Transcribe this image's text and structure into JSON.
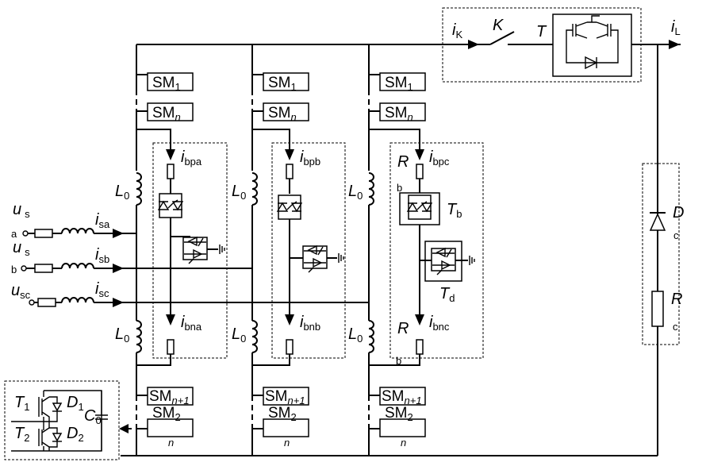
{
  "source": {
    "phase_a_voltage": "u",
    "phase_a_voltage_sub": "s",
    "phase_a_node": "a",
    "phase_b_voltage": "u",
    "phase_b_voltage_sub": "s",
    "phase_b_node": "b",
    "phase_c_voltage": "u",
    "phase_c_voltage_sub": "sc"
  },
  "currents": {
    "isa": "i",
    "isa_sub": "sa",
    "isb": "i",
    "isb_sub": "sb",
    "isc": "i",
    "isc_sub": "sc",
    "ik": "i",
    "ik_sub": "K",
    "il": "i",
    "il_sub": "L"
  },
  "arm_a": {
    "sm_top1": "SM",
    "sm_top1_sub": "1",
    "sm_topn": "SM",
    "sm_topn_sub": "n",
    "inductor_top": "L",
    "inductor_top_sub": "0",
    "inductor_bot": "L",
    "inductor_bot_sub": "0",
    "ibp": "i",
    "ibp_sub": "bpa",
    "ibn": "i",
    "ibn_sub": "bna",
    "sm_bot1": "SM",
    "sm_bot1_sub": "n+1",
    "sm_bot2": "SM",
    "sm_bot2_sub": "2",
    "sm_bot2_n": "n"
  },
  "arm_b": {
    "sm_top1": "SM",
    "sm_top1_sub": "1",
    "sm_topn": "SM",
    "sm_topn_sub": "n",
    "inductor_top": "L",
    "inductor_top_sub": "0",
    "inductor_bot": "L",
    "inductor_bot_sub": "0",
    "ibp": "i",
    "ibp_sub": "bpb",
    "ibn": "i",
    "ibn_sub": "bnb",
    "sm_bot1": "SM",
    "sm_bot1_sub": "n+1",
    "sm_bot2": "SM",
    "sm_bot2_sub": "2",
    "sm_bot2_n": "n"
  },
  "arm_c": {
    "sm_top1": "SM",
    "sm_top1_sub": "1",
    "sm_topn": "SM",
    "sm_topn_sub": "n",
    "inductor_top": "L",
    "inductor_top_sub": "0",
    "inductor_bot": "L",
    "inductor_bot_sub": "0",
    "ibp": "i",
    "ibp_sub": "bpc",
    "ibn": "i",
    "ibn_sub": "bnc",
    "sm_bot1": "SM",
    "sm_bot1_sub": "n+1",
    "sm_bot2": "SM",
    "sm_bot2_sub": "2",
    "sm_bot2_n": "n",
    "r_top": "R",
    "r_bot": "R",
    "tb": "T",
    "tb_sub": "b",
    "td": "T",
    "td_sub": "d",
    "node_b_top": "b",
    "node_b_bot": "b"
  },
  "breaker": {
    "k_label": "K",
    "t_label": "T"
  },
  "load": {
    "dc_label": "D",
    "dc_sub": "c",
    "rc_label": "R",
    "rc_sub": "c"
  },
  "submodule": {
    "t1": "T",
    "t1_sub": "1",
    "d1": "D",
    "d1_sub": "1",
    "t2": "T",
    "t2_sub": "2",
    "d2": "D",
    "d2_sub": "2",
    "c0": "C",
    "c0_sub": "0"
  }
}
